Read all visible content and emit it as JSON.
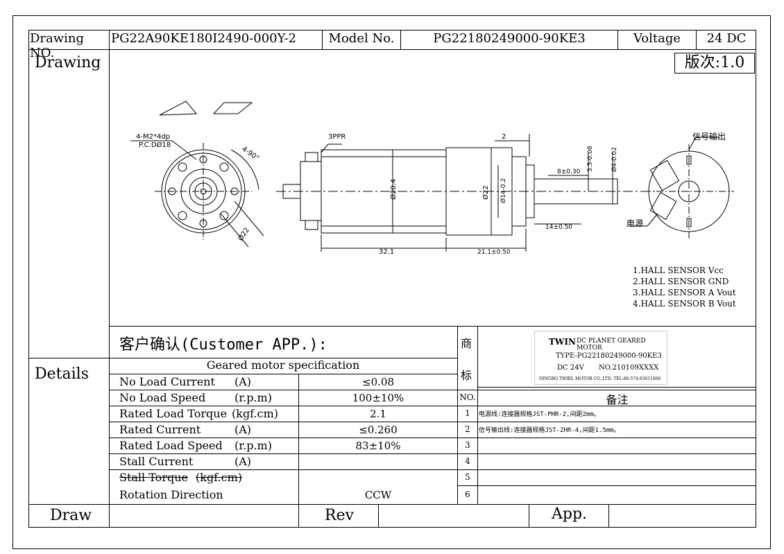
{
  "header": {
    "drawing_no_label": "Drawing NO.",
    "drawing_no": "PG22A90KE180I2490-000Y-2",
    "model_no_label": "Model No.",
    "model_no": "PG22180249000-90KE3",
    "voltage_label": "Voltage",
    "voltage": "24 DC"
  },
  "drawing": {
    "section_label": "Drawing",
    "version": "版次:1.0",
    "annotations": {
      "mount_holes": "4-M2*4dp",
      "pcd": "P.C.DØ18",
      "angle": "4-90°",
      "flange_dim": "Ø22",
      "encoder_label": "3PPR",
      "dim_2": "2",
      "dim_8": "8±0.30",
      "dim_35": "3.5-0.08",
      "dim_phi4": "Ø4-0.02",
      "dim_phi204": "Ø20.4",
      "dim_phi22": "Ø22",
      "dim_phi14": "Ø14-0.2",
      "dim_14": "14±0.50",
      "dim_321": "32.1",
      "dim_211": "21.1±0.50",
      "signal_out": "信号输出",
      "power": "电源"
    },
    "hall_notes": [
      "1.HALL SENSOR Vcc",
      "2.HALL SENSOR GND",
      "3.HALL SENSOR A Vout",
      "4.HALL SENSOR B Vout"
    ]
  },
  "customer": {
    "label": "客户确认(Customer APP.):",
    "mark_1": "商",
    "mark_2": "标"
  },
  "logo": {
    "brand": "TWIN",
    "product": "DC PLANET GEARED MOTOR",
    "type": "TYPE-PG22180249000-90KE3",
    "dc": "DC 24V",
    "no": "NO.210109XXXX",
    "company": "NINGBO TWIRL MOTOR CO.,LTD.  TEL:86-574-83011066"
  },
  "details": {
    "section_label": "Details",
    "spec_title": "Geared motor specification",
    "rows": [
      {
        "name": "No Load Current",
        "unit": "(A)",
        "value": "≤0.08"
      },
      {
        "name": "No Load Speed",
        "unit": "(r.p.m)",
        "value": "100±10%"
      },
      {
        "name": "Rated Load Torque",
        "unit": "(kgf.cm)",
        "value": "2.1"
      },
      {
        "name": "Rated Current",
        "unit": "(A)",
        "value": "≤0.260"
      },
      {
        "name": "Rated Load Speed",
        "unit": "(r.p.m)",
        "value": "83±10%"
      },
      {
        "name": "Stall Current",
        "unit": "(A)",
        "value": ""
      },
      {
        "name": "Stall Torque",
        "unit": "(kgf.cm)",
        "value": ""
      },
      {
        "name": "Rotation Direction",
        "unit": "",
        "value": "CCW"
      }
    ]
  },
  "notes": {
    "no_label": "NO.",
    "remarks_label": "备注",
    "items": [
      {
        "no": "1",
        "text": "电源线:连接器规格JST-PHR-2,间距2mm。"
      },
      {
        "no": "2",
        "text": "信号输出线:连接器规格JST-ZHR-4,间距1.5mm。"
      },
      {
        "no": "3",
        "text": ""
      },
      {
        "no": "4",
        "text": ""
      },
      {
        "no": "5",
        "text": ""
      },
      {
        "no": "6",
        "text": ""
      }
    ]
  },
  "footer": {
    "draw": "Draw",
    "rev": "Rev",
    "app": "App."
  }
}
